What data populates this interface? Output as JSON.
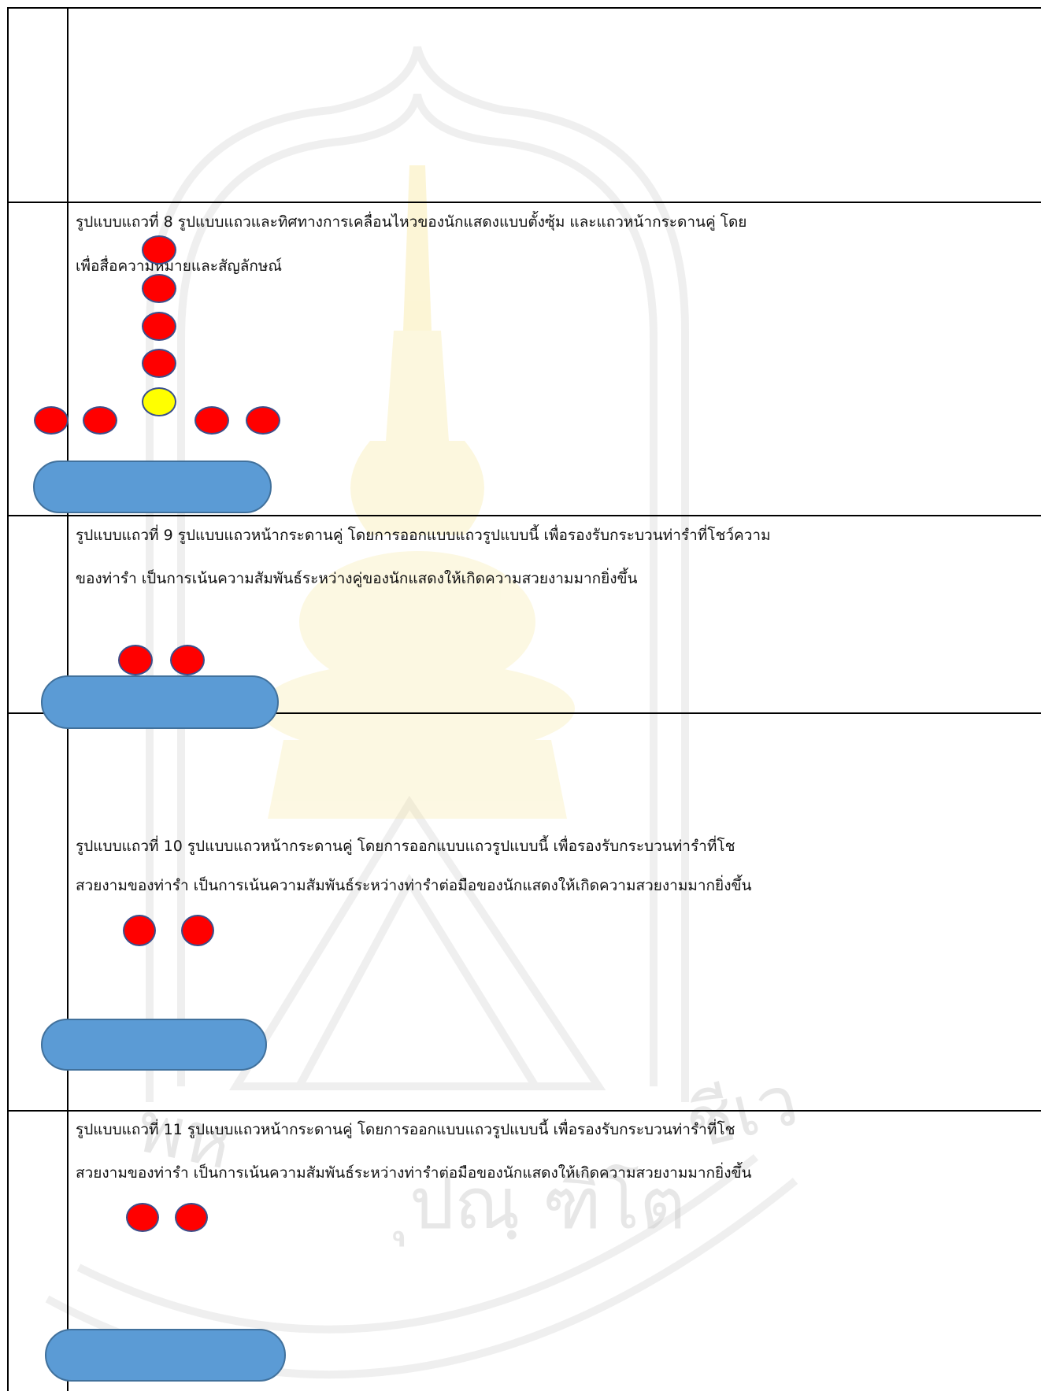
{
  "rows": [
    {
      "text_line1": "รูปแบบแถวที่ 8 รูปแบบแถวและทิศทางการเคลื่อนไหวของนักแสดงแบบตั้งซุ้ม และแถวหน้ากระดานคู่ โดย",
      "text_line2": "เพื่อสื่อความหมายและสัญลักษณ์"
    },
    {
      "text_line1": "รูปแบบแถวที่ 9 รูปแบบแถวหน้ากระดานคู่ โดยการออกแบบแถวรูปแบบนี้ เพื่อรองรับกระบวนท่ารำที่โชว์ความ",
      "text_line2": "ของท่ารำ เป็นการเน้นความสัมพันธ์ระหว่างคู่ของนักแสดงให้เกิดความสวยงามมากยิ่งขึ้น"
    },
    {
      "text_line1": "รูปแบบแถวที่ 10 รูปแบบแถวหน้ากระดานคู่ โดยการออกแบบแถวรูปแบบนี้ เพื่อรองรับกระบวนท่ารำที่โช",
      "text_line2": "สวยงามของท่ารำ เป็นการเน้นความสัมพันธ์ระหว่างท่ารำต่อมือของนักแสดงให้เกิดความสวยงามมากยิ่งขึ้น"
    },
    {
      "text_line1": "รูปแบบแถวที่ 11 รูปแบบแถวหน้ากระดานคู่ โดยการออกแบบแถวรูปแบบนี้ เพื่อรองรับกระบวนท่ารำที่โช",
      "text_line2": "สวยงามของท่ารำ เป็นการเน้นความสัมพันธ์ระหว่างท่ารำต่อมือของนักแสดงให้เกิดความสวยงามมากยิ่งขึ้น"
    }
  ],
  "watermark": {
    "text": "พหุปณฺ ฑิโต ชีเว",
    "color": "#e8c84a"
  },
  "colors": {
    "performer": "#ff0000",
    "lead_performer": "#ffff00",
    "stage": "#5b9bd5"
  }
}
